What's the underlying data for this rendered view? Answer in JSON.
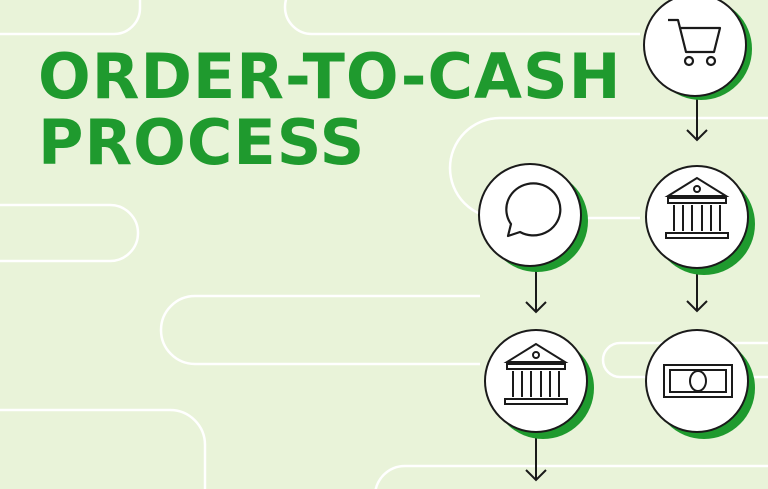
{
  "title": {
    "line1": "ORDER-TO-CASH",
    "line2": "PROCESS"
  },
  "colors": {
    "background": "#e9f3d9",
    "accent": "#1f9a2e",
    "stroke": "#1a1a1a",
    "node_fill": "#ffffff"
  },
  "nodes": [
    {
      "id": "order",
      "icon": "shopping-cart-icon"
    },
    {
      "id": "bank-1",
      "icon": "bank-icon"
    },
    {
      "id": "payment",
      "icon": "banknote-icon"
    },
    {
      "id": "message",
      "icon": "chat-bubble-icon"
    },
    {
      "id": "bank-2",
      "icon": "bank-icon"
    }
  ]
}
